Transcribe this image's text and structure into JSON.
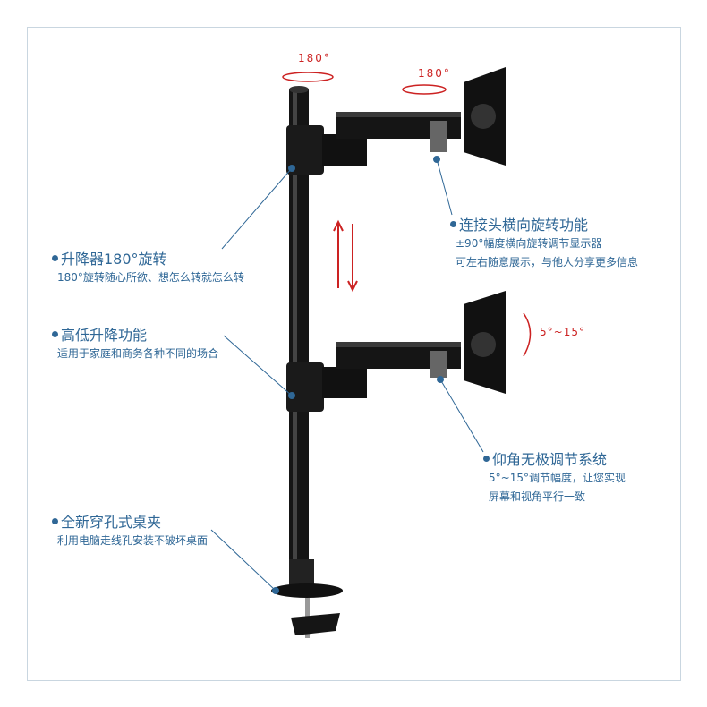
{
  "rotation_labels": {
    "pole_top": "180°",
    "head_top": "180°",
    "tilt": "5°~15°"
  },
  "features": [
    {
      "title": "升降器180°旋转",
      "lines": [
        "180°旋转随心所欲、想怎么转就怎么转"
      ]
    },
    {
      "title": "高低升降功能",
      "lines": [
        "适用于家庭和商务各种不同的场合"
      ]
    },
    {
      "title": "全新穿孔式桌夹",
      "lines": [
        "利用电脑走线孔安装不破坏桌面"
      ]
    },
    {
      "title": "连接头横向旋转功能",
      "lines": [
        "±90°幅度横向旋转调节显示器",
        "可左右随意展示，与他人分享更多信息"
      ]
    },
    {
      "title": "仰角无极调节系统",
      "lines": [
        "5°~15°调节幅度，让您实现",
        "屏幕和视角平行一致"
      ]
    }
  ],
  "colors": {
    "text": "#2f6796",
    "arrow": "#cc2222",
    "metal": "#111111"
  }
}
